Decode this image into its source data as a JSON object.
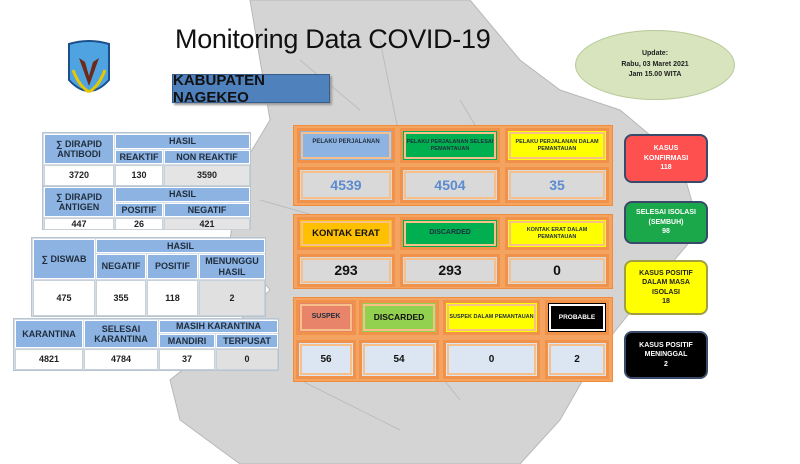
{
  "header": {
    "title": "Monitoring Data COVID-19",
    "region": "KABUPATEN NAGEKEO",
    "update_label": "Update:",
    "update_date": "Rabu, 03 Maret 2021",
    "update_time": "Jam 15.00 WITA"
  },
  "antibodi": {
    "label": "∑ DIRAPID ANTIBODI",
    "hasil": "HASIL",
    "col1": "REAKTIF",
    "col2": "NON REAKTIF",
    "total": "3720",
    "v1": "130",
    "v2": "3590"
  },
  "antigen": {
    "label": "∑ DIRAPID ANTIGEN",
    "hasil": "HASIL",
    "col1": "POSITIF",
    "col2": "NEGATIF",
    "total": "447",
    "v1": "26",
    "v2": "421"
  },
  "swab": {
    "label": "∑ DISWAB",
    "hasil": "HASIL",
    "col1": "NEGATIF",
    "col2": "POSITIF",
    "col3": "MENUNGGU HASIL",
    "total": "475",
    "v1": "355",
    "v2": "118",
    "v3": "2"
  },
  "karantina": {
    "label": "KARANTINA",
    "selesai": "SELESAI KARANTINA",
    "masih": "MASIH KARANTINA",
    "col1": "MANDIRI",
    "col2": "TERPUSAT",
    "total": "4821",
    "selesai_val": "4784",
    "v1": "37",
    "v2": "0"
  },
  "perjalanan": {
    "h1": "PELAKU PERJALANAN",
    "h2": "PELAKU PERJALANAN SELESAI PEMANTAUAN",
    "h3": "PELAKU PERJALANAN DALAM PEMANTAUAN",
    "v1": "4539",
    "v2": "4504",
    "v3": "35"
  },
  "kontak": {
    "h1": "KONTAK ERAT",
    "h2": "DISCARDED",
    "h3": "KONTAK ERAT DALAM PEMANTAUAN",
    "v1": "293",
    "v2": "293",
    "v3": "0"
  },
  "suspek": {
    "h1": "SUSPEK",
    "h2": "DISCARDED",
    "h3": "SUSPEK DALAM PEMANTAUAN",
    "h4": "PROBABLE",
    "v1": "56",
    "v2": "54",
    "v3": "0",
    "v4": "2"
  },
  "summary": [
    {
      "label": "KASUS KONFIRMASI",
      "value": "118",
      "color": "#ff5050"
    },
    {
      "label": "SELESAI ISOLASI (SEMBUH)",
      "value": "98",
      "color": "#1aa84a"
    },
    {
      "label": "KASUS POSITIF DALAM MASA ISOLASI",
      "value": "18",
      "color": "#ffff00"
    },
    {
      "label": "KASUS POSITIF MENINGGAL",
      "value": "2",
      "color": "#000000"
    }
  ]
}
